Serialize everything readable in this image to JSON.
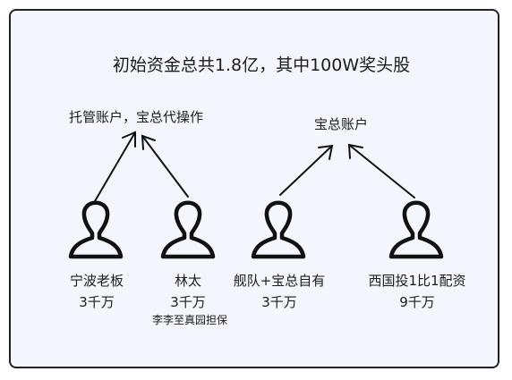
{
  "title": "初始资金总共1.8亿，其中100W奖头股",
  "groups": [
    {
      "label": "托管账户，宝总代操作"
    },
    {
      "label": "宝总账户"
    }
  ],
  "people": [
    {
      "name": "宁波老板",
      "amount": "3千万",
      "icon": "person-icon"
    },
    {
      "name": "林太",
      "amount": "3千万",
      "note": "李李至真园担保",
      "icon": "person-icon"
    },
    {
      "name": "舰队+宝总自有",
      "amount": "3千万",
      "icon": "person-icon"
    },
    {
      "name": "西国投1比1配资",
      "amount": "9千万",
      "icon": "person-icon"
    }
  ]
}
